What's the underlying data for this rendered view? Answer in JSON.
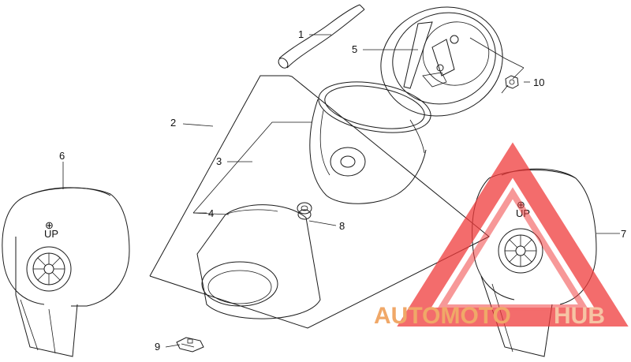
{
  "callouts": {
    "c1": "1",
    "c2": "2",
    "c3": "3",
    "c4": "4",
    "c5": "5",
    "c6": "6",
    "c7": "7",
    "c8": "8",
    "c9": "9",
    "c10": "10"
  },
  "housing_marks": {
    "left_symbol": "⊕",
    "left_mark": "UP",
    "right_symbol": "⊕",
    "right_mark": "UP"
  },
  "watermark": {
    "part1": "AUTOMOTO",
    "part2": "HUB",
    "color_primary": "#f0a868",
    "color_secondary": "#f6c4a4",
    "triangle_color": "#ef3b3b"
  }
}
